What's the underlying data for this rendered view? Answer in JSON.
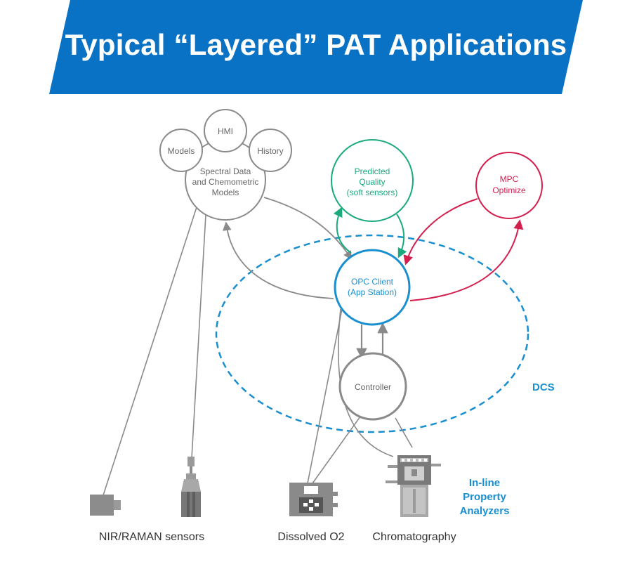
{
  "title": "Typical “Layered” PAT Applications",
  "colors": {
    "banner": "#0a72c4",
    "gray": "#8a8a8a",
    "blue": "#1a8fd0",
    "green": "#1aaa7e",
    "red": "#d21f4e"
  },
  "nodes": {
    "hmi": "HMI",
    "models": "Models",
    "history": "History",
    "spectral": [
      "Spectral Data",
      "and Chemometric",
      "Models"
    ],
    "predicted": [
      "Predicted",
      "Quality",
      "(soft sensors)"
    ],
    "mpc": [
      "MPC",
      "Optimize"
    ],
    "opc": [
      "OPC Client",
      "(App Station)"
    ],
    "controller": "Controller"
  },
  "labels": {
    "dcs": "DCS",
    "inline": [
      "In-line",
      "Property",
      "Analyzers"
    ],
    "nir": "NIR/RAMAN sensors",
    "o2": "Dissolved O2",
    "chroma": "Chromatography"
  },
  "icons": {
    "nir_box": "camera-sensor-icon",
    "probe": "probe-sensor-icon",
    "o2": "dissolved-o2-analyzer-icon",
    "chroma": "chromatograph-icon"
  }
}
